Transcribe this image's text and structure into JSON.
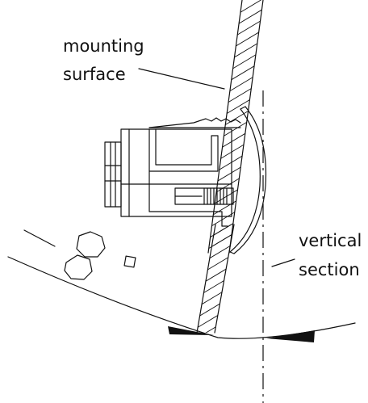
{
  "labels": {
    "mounting_line1": "mounting",
    "mounting_line2": "surface",
    "vertical_line1": "vertical",
    "vertical_line2": "section"
  }
}
